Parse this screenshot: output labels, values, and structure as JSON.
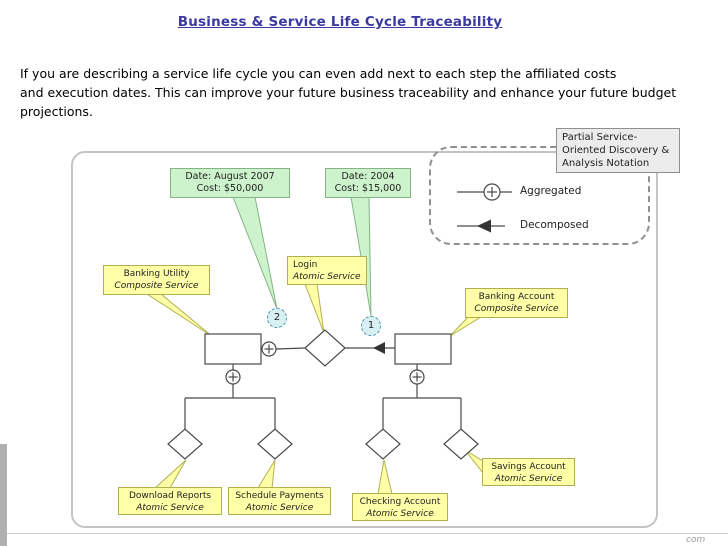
{
  "slide": {
    "title": "Business & Service Life Cycle Traceability",
    "paragraph": "If you are describing a service life cycle you can even add next to each step the affiliated costs\nand execution dates. This can improve your future business traceability and enhance your future budget\nprojections."
  },
  "legend": {
    "title": "Partial Service-\nOriented Discovery &\nAnalysis Notation",
    "items": [
      {
        "label": "Aggregated",
        "icon": "plus-circle-icon"
      },
      {
        "label": "Decomposed",
        "icon": "decomposed-arrow-icon"
      }
    ]
  },
  "callouts": [
    {
      "date": "Date: August 2007",
      "cost": "Cost: $50,000",
      "marker": "2"
    },
    {
      "date": "Date: 2004",
      "cost": "Cost: $15,000",
      "marker": "1"
    }
  ],
  "service_labels": [
    {
      "name": "Banking Utility",
      "type": "Composite Service"
    },
    {
      "name": "Login",
      "type": "Atomic Service"
    },
    {
      "name": "Banking Account",
      "type": "Composite Service"
    },
    {
      "name": "Savings Account",
      "type": "Atomic Service"
    },
    {
      "name": "Download Reports",
      "type": "Atomic Service"
    },
    {
      "name": "Schedule Payments",
      "type": "Atomic Service"
    },
    {
      "name": "Checking Account",
      "type": "Atomic Service"
    }
  ],
  "footer": {
    "text": "com"
  },
  "colors": {
    "title-blue": "#3a3aa0",
    "callout-green": "#cdf3cd",
    "callout-green-border": "#86b386",
    "label-yellow": "#ffffa8",
    "label-yellow-border": "#b0b050",
    "marker-blue-fill": "#d8f0f2",
    "marker-blue-border": "#4e93a8"
  }
}
